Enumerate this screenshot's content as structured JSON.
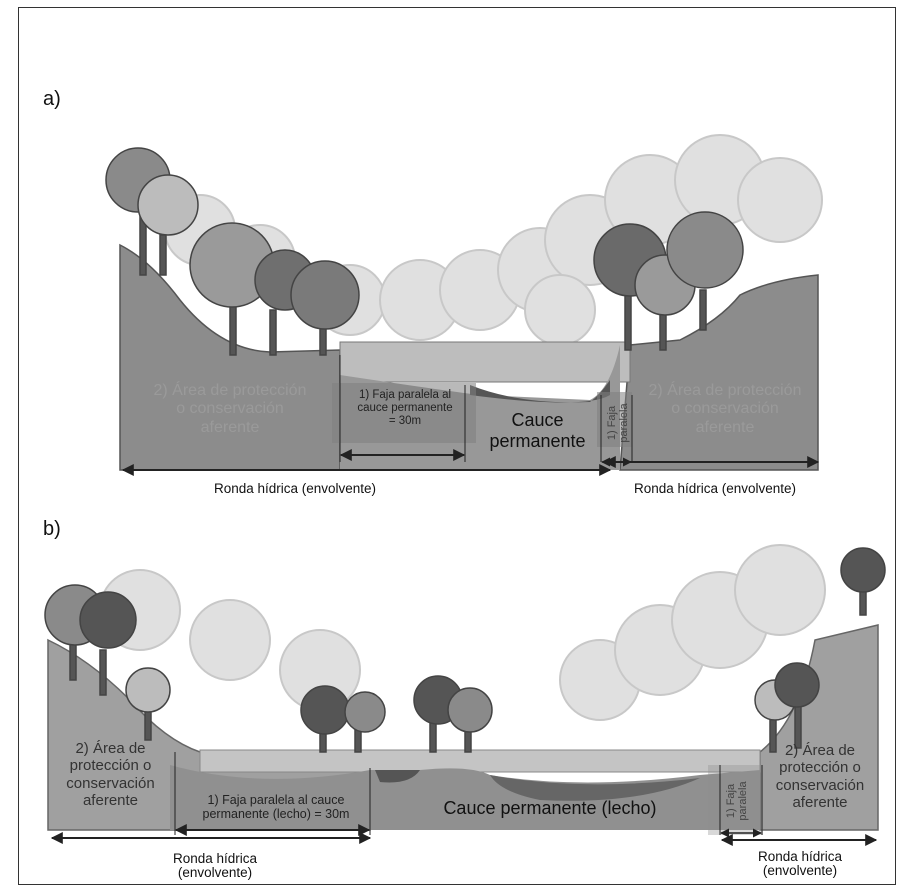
{
  "panel_a": {
    "label": "a)",
    "left_zone": [
      "2) Área de protección",
      "o conservación",
      "aferente"
    ],
    "strip": [
      "1) Faja paralela al",
      "cauce permanente",
      "= 30m"
    ],
    "channel": [
      "Cauce",
      "permanente"
    ],
    "strip_narrow": [
      "1) Faja",
      "paralela"
    ],
    "right_zone": [
      "2) Área de protección",
      "o conservación",
      "aferente"
    ],
    "ronda_left": "Ronda hídrica (envolvente)",
    "ronda_right": "Ronda hídrica (envolvente)"
  },
  "panel_b": {
    "label": "b)",
    "left_zone": [
      "2) Área de",
      "protección o",
      "conservación",
      "aferente"
    ],
    "strip": [
      "1) Faja paralela al cauce",
      "permanente (lecho) = 30m"
    ],
    "channel": "Cauce permanente (lecho)",
    "strip_narrow": [
      "1) Faja",
      "paralela"
    ],
    "right_zone": [
      "2) Área de",
      "protección o",
      "conservación",
      "aferente"
    ],
    "ronda_left": [
      "Ronda hídrica",
      "(envolvente)"
    ],
    "ronda_right": [
      "Ronda hídrica",
      "(envolvente)"
    ]
  }
}
